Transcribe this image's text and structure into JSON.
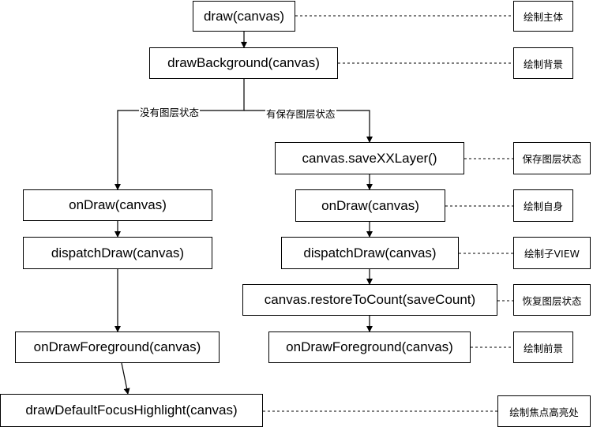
{
  "nodes": {
    "draw": "draw(canvas)",
    "draw_background": "drawBackground(canvas)",
    "save_layer": "canvas.saveXXLayer()",
    "on_draw_left": "onDraw(canvas)",
    "on_draw_right": "onDraw(canvas)",
    "dispatch_draw_left": "dispatchDraw(canvas)",
    "dispatch_draw_right": "dispatchDraw(canvas)",
    "restore_to_count": "canvas.restoreToCount(saveCount)",
    "on_draw_foreground_left": "onDrawForeground(canvas)",
    "on_draw_foreground_right": "onDrawForeground(canvas)",
    "draw_default_focus_highlight": "drawDefaultFocusHighlight(canvas)"
  },
  "notes": {
    "draw": "绘制主体",
    "draw_background": "绘制背景",
    "save_layer": "保存图层状态",
    "on_draw": "绘制自身",
    "dispatch_draw": "绘制子VIEW",
    "restore": "恢复图层状态",
    "foreground": "绘制前景",
    "focus_highlight": "绘制焦点高亮处"
  },
  "edge_labels": {
    "no_layer_state": "没有图层状态",
    "has_saved_layer_state": "有保存图层状态"
  }
}
